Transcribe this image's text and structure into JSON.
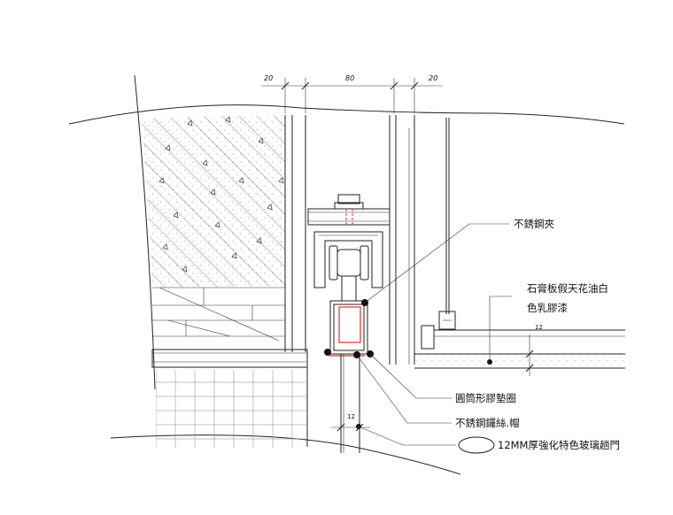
{
  "dimensions": {
    "top_left": "20",
    "top_mid": "80",
    "top_right": "20",
    "ceiling_gap": "12",
    "glass_thickness": "12"
  },
  "labels": {
    "stainless_clip": "不銹鋼夾",
    "gypsum_ceiling_line1": "石膏板假天花油白",
    "gypsum_ceiling_line2": "色乳膠漆",
    "rubber_washer": "圓筒形膠墊圈",
    "stainless_bolt": "不銹鋼鑼絲.帽",
    "glass_door": "12MM厚強化特色玻璃趟門"
  },
  "colors": {
    "line": "#222222",
    "accent_red": "#e0302a",
    "hatch": "#555555"
  }
}
